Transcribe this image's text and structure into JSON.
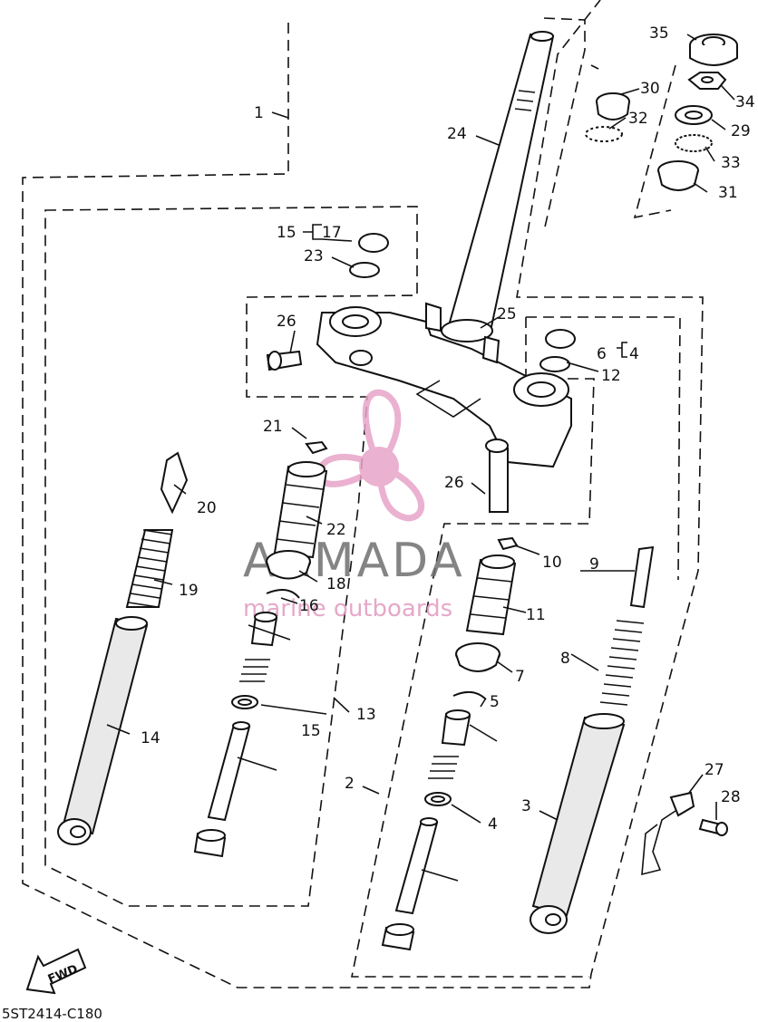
{
  "diagram": {
    "code": "5ST2414-C180",
    "fwd_label": "FWD",
    "watermark": {
      "brand": "ARMADA",
      "tagline": "marine outboards",
      "accent": "#e8a4c8"
    },
    "callouts": [
      {
        "id": "c1",
        "text": "1"
      },
      {
        "id": "c2",
        "text": "2"
      },
      {
        "id": "c3",
        "text": "3"
      },
      {
        "id": "c4a",
        "text": "4"
      },
      {
        "id": "c4b",
        "text": "4"
      },
      {
        "id": "c5",
        "text": "5"
      },
      {
        "id": "c6",
        "text": "6"
      },
      {
        "id": "c7",
        "text": "7"
      },
      {
        "id": "c8",
        "text": "8"
      },
      {
        "id": "c9",
        "text": "9"
      },
      {
        "id": "c10",
        "text": "10"
      },
      {
        "id": "c11",
        "text": "11"
      },
      {
        "id": "c12",
        "text": "12"
      },
      {
        "id": "c13",
        "text": "13"
      },
      {
        "id": "c14",
        "text": "14"
      },
      {
        "id": "c15a",
        "text": "15"
      },
      {
        "id": "c15b",
        "text": "15"
      },
      {
        "id": "c16",
        "text": "16"
      },
      {
        "id": "c17",
        "text": "17"
      },
      {
        "id": "c18",
        "text": "18"
      },
      {
        "id": "c19",
        "text": "19"
      },
      {
        "id": "c20",
        "text": "20"
      },
      {
        "id": "c21",
        "text": "21"
      },
      {
        "id": "c22",
        "text": "22"
      },
      {
        "id": "c23",
        "text": "23"
      },
      {
        "id": "c24",
        "text": "24"
      },
      {
        "id": "c25",
        "text": "25"
      },
      {
        "id": "c26a",
        "text": "26"
      },
      {
        "id": "c26b",
        "text": "26"
      },
      {
        "id": "c27",
        "text": "27"
      },
      {
        "id": "c28",
        "text": "28"
      },
      {
        "id": "c29",
        "text": "29"
      },
      {
        "id": "c30",
        "text": "30"
      },
      {
        "id": "c31",
        "text": "31"
      },
      {
        "id": "c32",
        "text": "32"
      },
      {
        "id": "c33",
        "text": "33"
      },
      {
        "id": "c34",
        "text": "34"
      },
      {
        "id": "c35",
        "text": "35"
      }
    ]
  }
}
